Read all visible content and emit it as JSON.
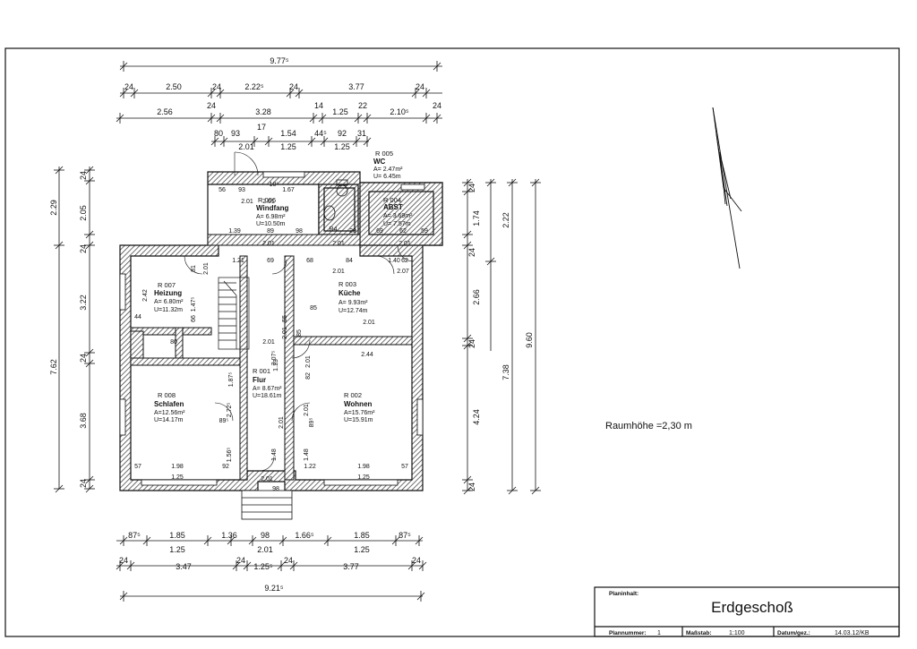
{
  "dimensions": {
    "top_total": "9.77⁵",
    "top_row1": [
      "24",
      "2.50",
      "24",
      "2.22⁵",
      "24",
      "3.77",
      "24"
    ],
    "top_row2": [
      "2.56",
      "24",
      "3.28",
      "14",
      "1.25",
      "22",
      "2.10⁵",
      "24"
    ],
    "top_row3": [
      "80",
      "93",
      "17",
      "1.54",
      "44⁵",
      "92",
      "31"
    ],
    "top_row3_sub": [
      "2.01",
      "1.25",
      "1.25"
    ],
    "bottom_row1": [
      "87⁵",
      "1.85",
      "1.36",
      "98",
      "1.66⁵",
      "1.85",
      "87⁵"
    ],
    "bottom_row1_sub": [
      "1.25",
      "2.01",
      "1.25"
    ],
    "bottom_row2": [
      "24",
      "3.47",
      "24",
      "1.25⁵",
      "24",
      "3.77",
      "24"
    ],
    "bottom_total": "9.21⁵",
    "left_outer": [
      "2.29",
      "7.62"
    ],
    "left_inner": [
      "24",
      "2.05",
      "24",
      "3.22",
      "24",
      "3.68",
      "24"
    ],
    "right_inner": [
      "24",
      "1.74",
      "24",
      "2.66",
      "24",
      "4.24",
      "24"
    ],
    "right_outer": [
      "2.22",
      "7.38",
      "9.60"
    ]
  },
  "interior_labels": [
    "56",
    "93",
    "10⁵",
    "1.67",
    "2.01",
    "2.01",
    "1.39",
    "89",
    "98",
    "R4",
    "29",
    "69",
    "62",
    "59",
    "2.01",
    "2.01",
    "2.01",
    "1.21",
    "69",
    "68",
    "84",
    "1.40",
    "62",
    "81",
    "2.01",
    "2.01",
    "2.07",
    "2.42",
    "1.47⁵",
    "44",
    "66",
    "80",
    "55",
    "85",
    "2.01",
    "85",
    "2.01",
    "2.01",
    "2.44",
    "3.07⁵",
    "2.01",
    "82",
    "1.87⁵",
    "1.13",
    "2.72⁵",
    "89⁵",
    "2.01",
    "89⁵",
    "2.01",
    "1.48",
    "1.48",
    "1.56⁵",
    "57",
    "1.98",
    "92",
    "1.22",
    "1.98",
    "57",
    "1.25",
    "1.25",
    "2.01",
    "98"
  ],
  "rooms": [
    {
      "num": "R 005",
      "name": "WC",
      "area": "A= 2.47m²",
      "perim": "U= 6.45m"
    },
    {
      "num": "R 006",
      "name": "Windfang",
      "area": "A= 6.98m²",
      "perim": "U=10.50m"
    },
    {
      "num": "R 004",
      "name": "ABST",
      "area": "A= 3.69m²",
      "perim": "U= 7.57m"
    },
    {
      "num": "R 007",
      "name": "Heizung",
      "area": "A= 6.80m²",
      "perim": "U=11.32m"
    },
    {
      "num": "R 003",
      "name": "Küche",
      "area": "A= 9.93m²",
      "perim": "U=12.74m"
    },
    {
      "num": "R 001",
      "name": "Flur",
      "area": "A= 8.67m²",
      "perim": "U=18.61m"
    },
    {
      "num": "R 008",
      "name": "Schlafen",
      "area": "A=12.56m²",
      "perim": "U=14.17m"
    },
    {
      "num": "R 002",
      "name": "Wohnen",
      "area": "A=15.76m²",
      "perim": "U=15.91m"
    }
  ],
  "note": "Raumhöhe =2,30 m",
  "titleblock": {
    "planinhalt_label": "Planinhalt:",
    "title": "Erdgeschoß",
    "plannummer_label": "Plannummer:",
    "plannummer": "1",
    "massstab_label": "Maßstab:",
    "massstab": "1:100",
    "datum_label": "Datum/gez.:",
    "datum": "14.03.12/KB"
  },
  "colors": {
    "ink": "#111111",
    "hatch": "#333333"
  }
}
